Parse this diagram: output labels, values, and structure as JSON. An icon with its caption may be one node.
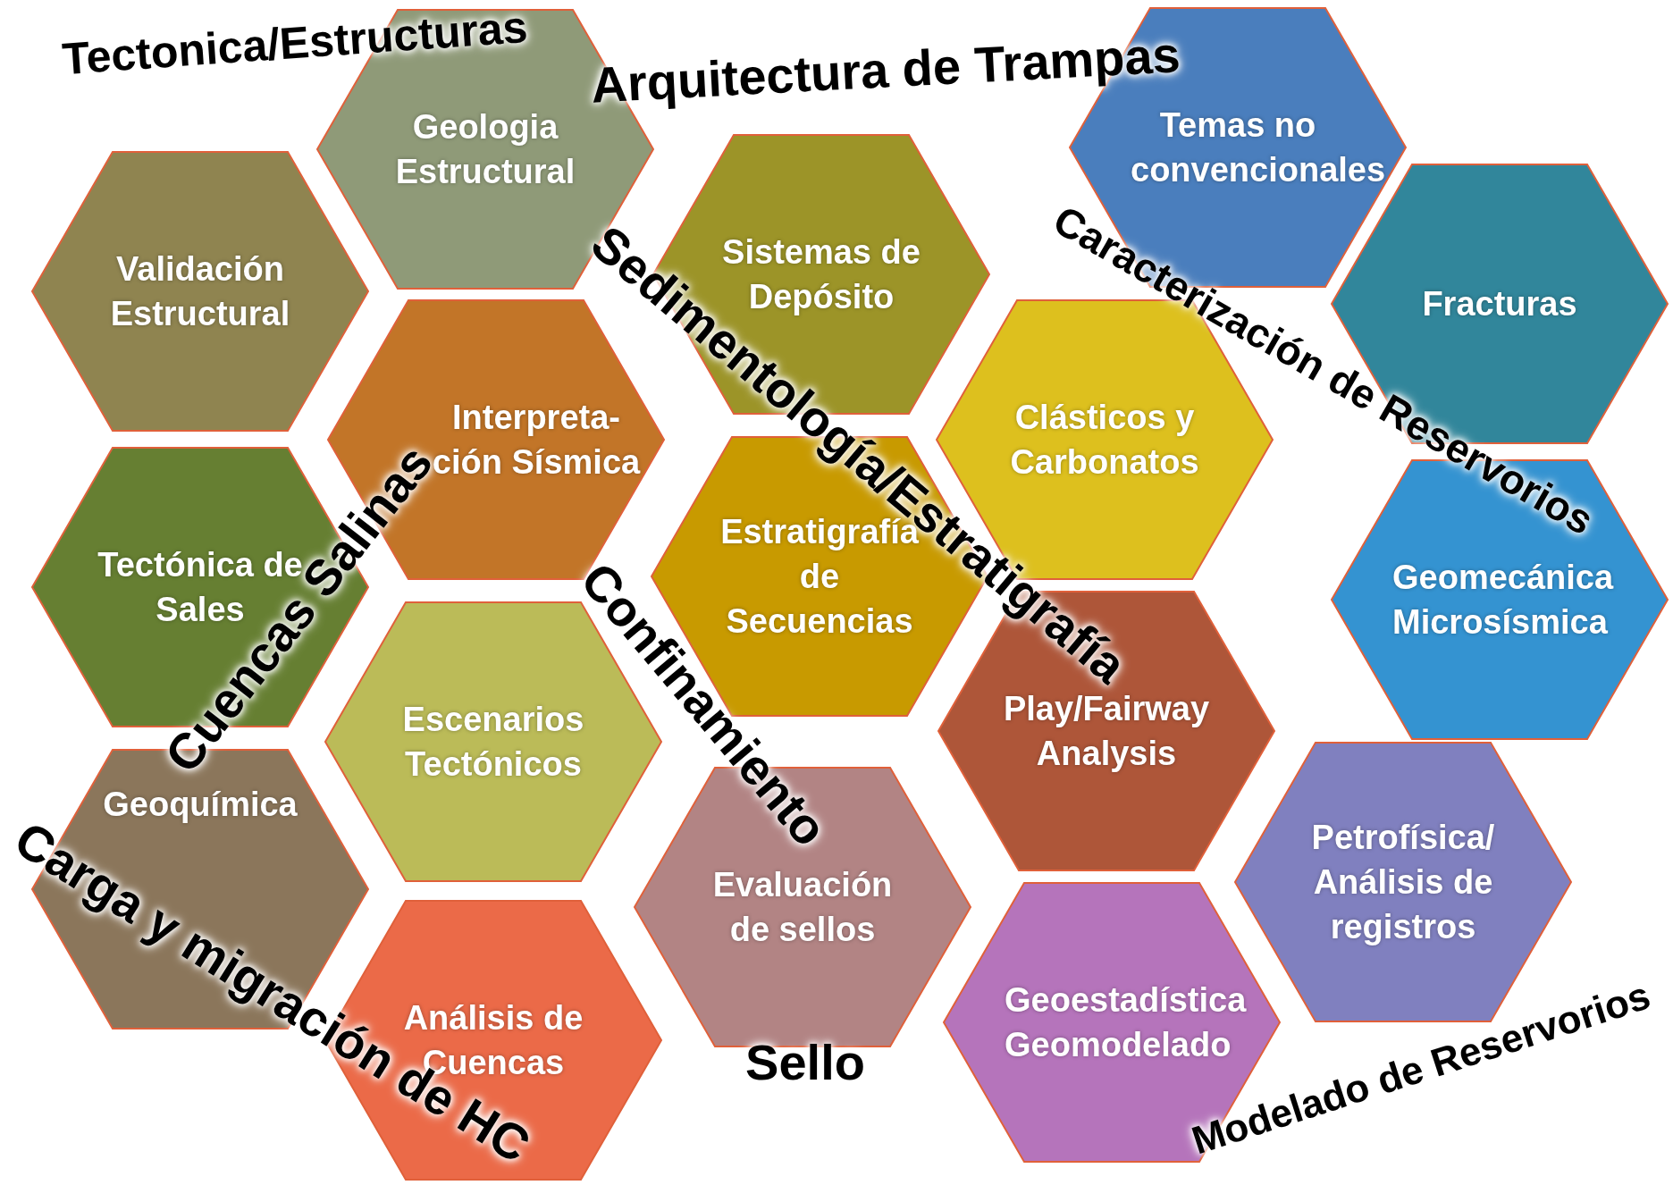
{
  "diagram": {
    "nodes": [
      {
        "text": [
          "Geologia Estructural"
        ]
      },
      {
        "text": [
          "Temas no convencionales"
        ]
      },
      {
        "text": [
          "Validación Estructural"
        ]
      },
      {
        "text": [
          "Sistemas de Depósito"
        ]
      },
      {
        "text": [
          "Fracturas"
        ]
      },
      {
        "text": [
          "Interpreta-ción Sísmica"
        ]
      },
      {
        "text": [
          "Clásticos y Carbonatos"
        ]
      },
      {
        "text": [
          "Tectónica de Sales"
        ]
      },
      {
        "text": [
          "Estratigrafía de Secuencias"
        ]
      },
      {
        "text": [
          "Geomecánica Microsísmica"
        ]
      },
      {
        "text": [
          "Escenarios Tectónicos"
        ]
      },
      {
        "text": [
          "Play/Fairway Analysis"
        ]
      },
      {
        "text": [
          "Geoquímica"
        ]
      },
      {
        "text": [
          "Evaluación de sellos"
        ]
      },
      {
        "text": [
          "Petrofísica/ Análisis de registros"
        ]
      },
      {
        "text": [
          "Análisis de Cuencas"
        ]
      },
      {
        "text": [
          "Geoestadística Geomodelado"
        ]
      }
    ],
    "labels": [
      "Arquitectura de Trampas",
      "Tectonica/Estructuras",
      "Sedimentología/Estratigrafía",
      "Caracterización de Reservorios",
      "Cuencas Salinas",
      "Confinamiento",
      "Carga y migración de HC",
      "Sello",
      "Modelado de Reservorios"
    ]
  }
}
